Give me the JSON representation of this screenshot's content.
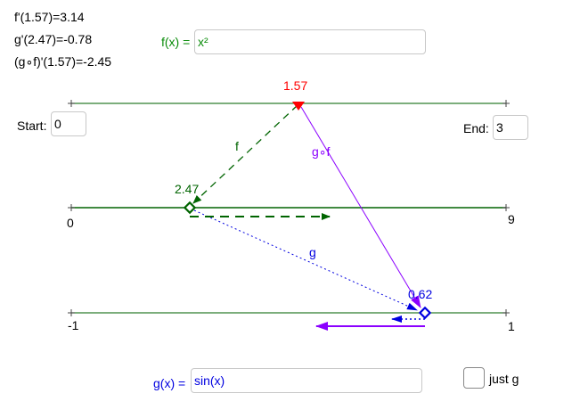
{
  "stats": {
    "f_prime": "f'(1.57)=3.14",
    "g_prime": "g'(2.47)=-0.78",
    "gof_prime": "(g∘f)'(1.57)=-2.45"
  },
  "f_input": {
    "label": "f(x) =",
    "value": "x²"
  },
  "g_input": {
    "label": "g(x) =",
    "value": "sin(x)"
  },
  "start": {
    "label": "Start:",
    "value": "0"
  },
  "end": {
    "label": "End:",
    "value": "3"
  },
  "just_g": {
    "label": "just g",
    "checked": false
  },
  "axes": {
    "top": {
      "min": "",
      "max": ""
    },
    "middle": {
      "min": "0",
      "max": "9"
    },
    "bottom": {
      "min": "-1",
      "max": "1"
    }
  },
  "points": {
    "x": {
      "value": "1.57",
      "color": "#ff0000"
    },
    "fx": {
      "value": "2.47",
      "color": "#006400"
    },
    "gfx": {
      "value": "0.62",
      "color": "#0000e0"
    }
  },
  "arrow_labels": {
    "f": "f",
    "g": "g",
    "gof": "g∘f"
  },
  "colors": {
    "axis": "#2e7d2e",
    "f": "#006400",
    "g": "#0000e0",
    "gof": "#8b00ff",
    "point_x": "#ff0000"
  }
}
